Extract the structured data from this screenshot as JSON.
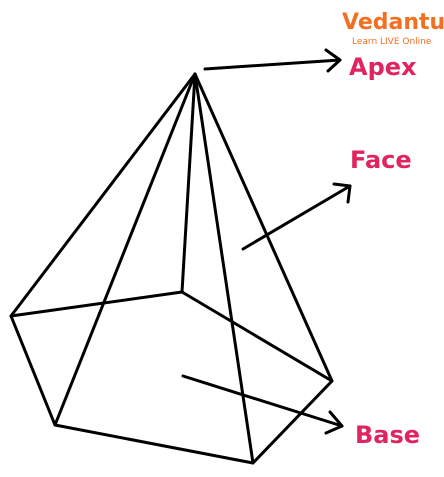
{
  "brand": {
    "name": "Vedantu",
    "tagline": "Learn LIVE Online",
    "color": "#f36f21"
  },
  "labels": {
    "apex": "Apex",
    "face": "Face",
    "base": "Base"
  },
  "colors": {
    "label": "#e0245e",
    "stroke": "#000000"
  }
}
